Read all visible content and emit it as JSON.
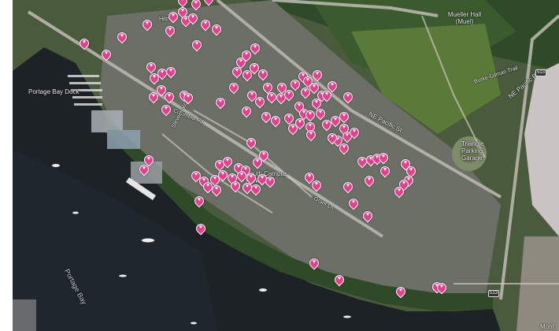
{
  "map": {
    "labels": {
      "portage_bay_dock": "Portage Bay Dock",
      "portage_bay": "Portage Bay",
      "nw_pacific_st": "NE Pacific St",
      "ne_pacific_pl": "NE Pacific Pl",
      "south_campus_parking": "South Campus Parking",
      "triangle_garage": "Triangle Parking Garage",
      "mueller_hall": "Mueller Hall (Muel)",
      "burke_gilman": "Burke-Gilman Trail",
      "montlake": "Mont",
      "columbia_rd": "Columbia Rd",
      "stevens_way": "Stevens Way",
      "grant_ln": "Grant Ln",
      "shield_513_top": "513",
      "shield_513_bottom": "513",
      "hitchcock": "Hitc"
    },
    "pin_color": "#e2418d",
    "pin_icon": "heart-icon",
    "pin_count": 118
  }
}
